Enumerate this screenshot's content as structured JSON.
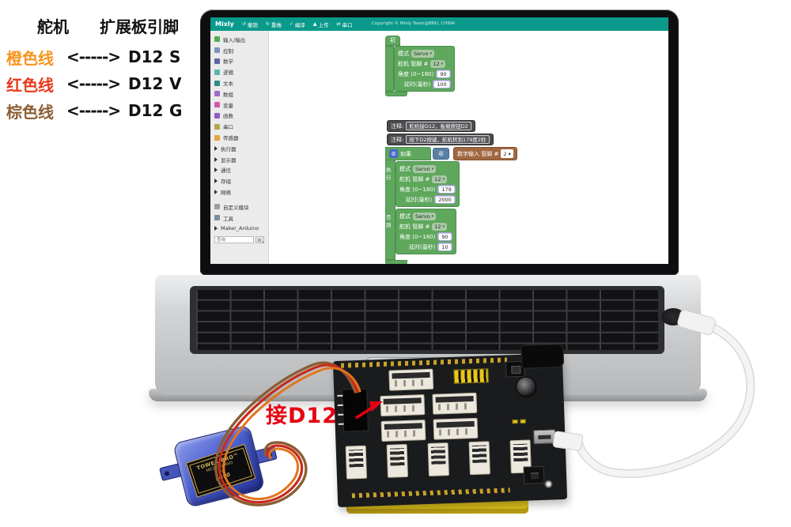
{
  "annotation": {
    "header_left": "舵机",
    "header_right": "扩展板引脚",
    "rows": [
      {
        "wire": "橙色线",
        "arrow": "<----->",
        "pin": "D12",
        "signal": "S"
      },
      {
        "wire": "红色线",
        "arrow": "<----->",
        "pin": "D12",
        "signal": "V"
      },
      {
        "wire": "棕色线",
        "arrow": "<----->",
        "pin": "D12",
        "signal": "G"
      }
    ]
  },
  "mixly": {
    "menubar": {
      "brand": "Mixly",
      "items": [
        {
          "icon": "↺",
          "label": "撤销"
        },
        {
          "icon": "↻",
          "label": "重做"
        },
        {
          "icon": "✓",
          "label": "编译"
        },
        {
          "icon": "▲",
          "label": "上传"
        },
        {
          "icon": "⇄",
          "label": "串口"
        }
      ],
      "copyright": "Copyright © Mixly Team@BNU, CHINA"
    },
    "sidebar": {
      "categories": [
        {
          "label": "输入/输出",
          "color": "#4caf50",
          "kind": "square"
        },
        {
          "label": "控制",
          "color": "#7d95bb",
          "kind": "square"
        },
        {
          "label": "数学",
          "color": "#5b67a5",
          "kind": "square"
        },
        {
          "label": "逻辑",
          "color": "#58b5a8",
          "kind": "square"
        },
        {
          "label": "文本",
          "color": "#2e8b8b",
          "kind": "square"
        },
        {
          "label": "数组",
          "color": "#9c6bc9",
          "kind": "square"
        },
        {
          "label": "变量",
          "color": "#d457b0",
          "kind": "square"
        },
        {
          "label": "函数",
          "color": "#8e5bc9",
          "kind": "square"
        },
        {
          "label": "串口",
          "color": "#b5a54b",
          "kind": "square"
        },
        {
          "label": "传感器",
          "color": "#e8a33d",
          "kind": "square"
        },
        {
          "label": "执行器",
          "color": "#333333",
          "kind": "arrow"
        },
        {
          "label": "显示器",
          "color": "#333333",
          "kind": "arrow"
        },
        {
          "label": "通信",
          "color": "#333333",
          "kind": "arrow"
        },
        {
          "label": "存储",
          "color": "#333333",
          "kind": "arrow"
        },
        {
          "label": "网络",
          "color": "#333333",
          "kind": "arrow"
        },
        {
          "label": "自定义模块",
          "color": "#9e9e9e",
          "kind": "square"
        },
        {
          "label": "工具",
          "color": "#78909c",
          "kind": "square"
        },
        {
          "label": "Maker_Arduino",
          "color": "#333333",
          "kind": "arrow"
        }
      ],
      "search_placeholder": "查询"
    },
    "workspace": {
      "init_tab": "初始化",
      "servo1": {
        "mode_label": "模式",
        "mode": "Servo",
        "pin_label": "舵机 管脚 #",
        "pin": "12",
        "angle_label": "角度 (0~180)",
        "angle": "90",
        "delay_label": "延时(毫秒)",
        "delay": "100"
      },
      "comment1": {
        "prefix": "注释:",
        "text": "舵机接D12，板载按钮D2"
      },
      "comment2": {
        "prefix": "注释:",
        "text": "按下D2按键，舵机转到179度2秒"
      },
      "if_block": {
        "if_label": "如果",
        "not_label": "非",
        "din_label": "数字输入 管脚 #",
        "din_pin": "2",
        "do_label": "执行",
        "else_label": "否则"
      },
      "servo2": {
        "mode_label": "模式",
        "mode": "Servo",
        "pin_label": "舵机 管脚 #",
        "pin": "12",
        "angle_label": "角度 (0~180)",
        "angle": "179",
        "delay_label": "延时(毫秒)",
        "delay": "2000"
      },
      "servo3": {
        "mode_label": "模式",
        "mode": "Servo",
        "pin_label": "舵机 管脚 #",
        "pin": "12",
        "angle_label": "角度 (0~180)",
        "angle": "90",
        "delay_label": "延时(毫秒)",
        "delay": "10"
      }
    }
  },
  "hardware": {
    "board_note": "接D12",
    "servo_label": {
      "line1": "TOWER PRO™",
      "line2": "MICRO SERVO",
      "line3": "9g",
      "line4": "SG90"
    }
  },
  "colors": {
    "menubar": "#0a9a8c",
    "sidebar_bg": "#ebebeb",
    "green": "#5ea75c",
    "green_dark": "#4c9150",
    "chip": "#a9c7a5",
    "value": "#c9c7ec",
    "comment": "#4b4b4d",
    "logic": "#5b80a5",
    "gear": "#4a67c8",
    "din": "#a26742",
    "wire_orange": "#f7941e",
    "wire_red": "#e8391c",
    "wire_brown": "#8b5e34",
    "note_red": "#e60012"
  }
}
